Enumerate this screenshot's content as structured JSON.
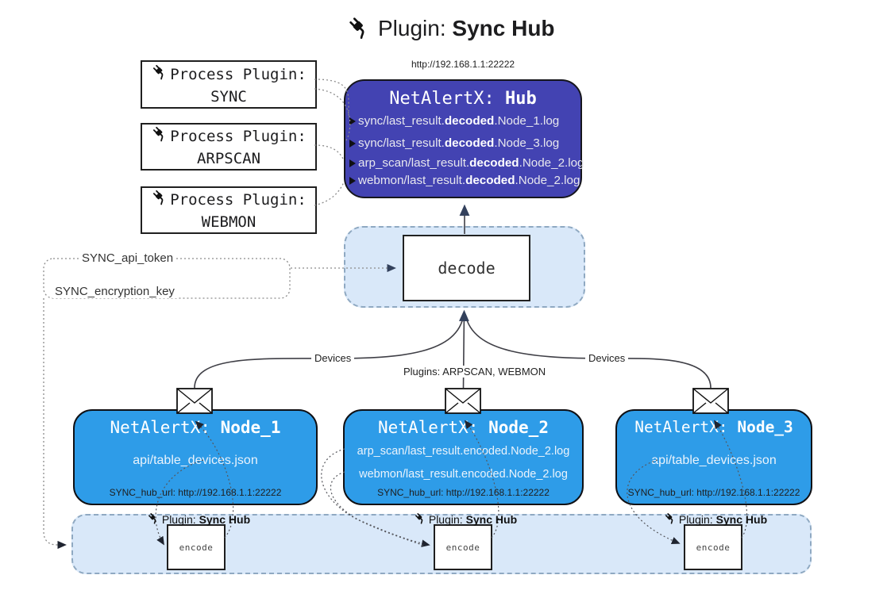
{
  "header": {
    "title_prefix": "Plugin: ",
    "title_bold": "Sync Hub"
  },
  "process_plugins": [
    {
      "label": "Process Plugin:",
      "name": "SYNC"
    },
    {
      "label": "Process Plugin:",
      "name": "ARPSCAN"
    },
    {
      "label": "Process Plugin:",
      "name": "WEBMON"
    }
  ],
  "hub": {
    "url": "http://192.168.1.1:22222",
    "title_prefix": "NetAlertX: ",
    "title_bold": "Hub",
    "lines": [
      {
        "pre": "sync/last_result.",
        "bold": "decoded",
        "post": ".Node_1.log"
      },
      {
        "pre": "sync/last_result.",
        "bold": "decoded",
        "post": ".Node_3.log"
      },
      {
        "pre": "arp_scan/last_result.",
        "bold": "decoded",
        "post": ".Node_2.log"
      },
      {
        "pre": "webmon/last_result.",
        "bold": "decoded",
        "post": ".Node_2.log"
      }
    ]
  },
  "decode_label": "decode",
  "tokens": {
    "api_token": "SYNC_api_token",
    "encryption_key": "SYNC_encryption_key"
  },
  "edge_labels": {
    "devices_left": "Devices",
    "plugins_center": "Plugins: ARPSCAN, WEBMON",
    "devices_right": "Devices"
  },
  "nodes": [
    {
      "title_prefix": "NetAlertX: ",
      "title_bold": "Node_1",
      "lines": [
        "api/table_devices.json"
      ],
      "hub_url": "SYNC_hub_url: http://192.168.1.1:22222"
    },
    {
      "title_prefix": "NetAlertX: ",
      "title_bold": "Node_2",
      "lines": [
        "arp_scan/last_result.encoded.Node_2.log",
        "webmon/last_result.encoded.Node_2.log"
      ],
      "hub_url": "SYNC_hub_url: http://192.168.1.1:22222"
    },
    {
      "title_prefix": "NetAlertX: ",
      "title_bold": "Node_3",
      "lines": [
        "api/table_devices.json"
      ],
      "hub_url": "SYNC_hub_url: http://192.168.1.1:22222"
    }
  ],
  "encode_strip": {
    "plugin_prefix": "Plugin: ",
    "plugin_bold": "Sync Hub",
    "encode_label": "encode"
  },
  "colors": {
    "hub_fill": "#4343b2",
    "node_fill": "#2e9ce8",
    "panel_fill": "#d9e8f9",
    "panel_border": "#8fa9c2"
  }
}
